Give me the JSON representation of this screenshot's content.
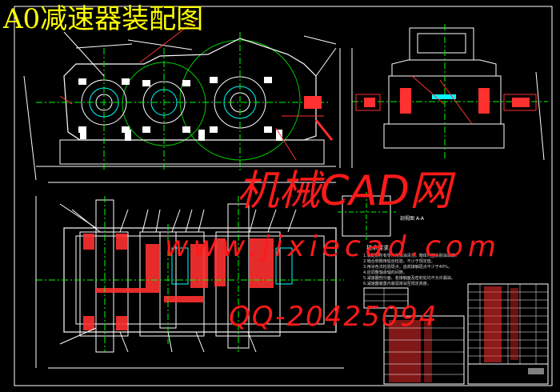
{
  "drawing": {
    "title": "A0减速器装配图",
    "view_label": "剖视图 A-A",
    "notes_title": "技术要求",
    "notes": [
      "1.装配前所有零件用煤油清洗，箱体内壁涂耐油油漆。",
      "2.啮合侧隙用铅丝检验，不小于规定值。",
      "3.用涂色法检验斑点，齿高接触斑点不少于40%。",
      "4.应调整轴承轴向间隙。",
      "5.减速器剖分面、各接触面及密封处均不允许漏油。",
      "6.减速器装置内装润滑油至规定高度。"
    ]
  },
  "watermark": {
    "brand": "机械CAD网",
    "url": "www.jixiecad.com",
    "qq": "QQ-20425094"
  },
  "colors": {
    "background": "#000000",
    "outline": "#ffffff",
    "centerline": "#00ff00",
    "dimension": "#ff3030",
    "hatch": "#ff3030",
    "title_text": "#ffff00",
    "watermark": "#ff1a1a",
    "accent_cyan": "#00ffff",
    "accent_magenta": "#ff00ff"
  }
}
